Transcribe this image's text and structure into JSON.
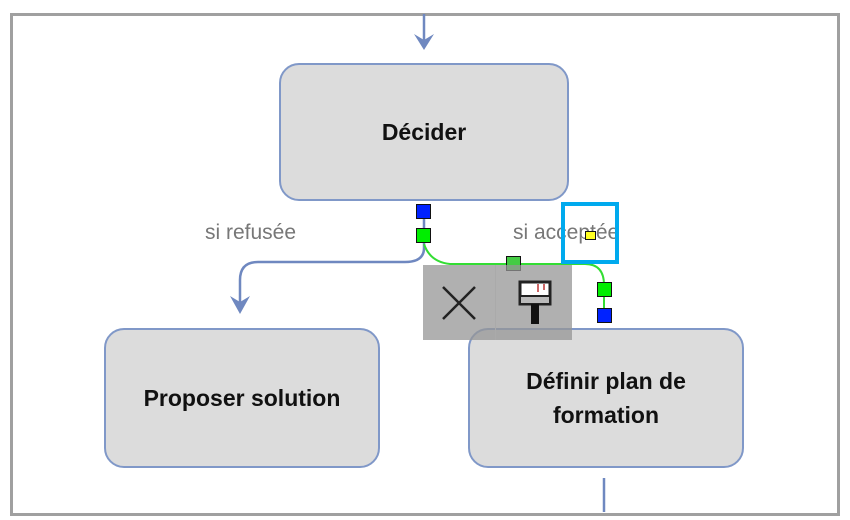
{
  "nodes": {
    "decide": "Décider",
    "propose": "Proposer solution",
    "plan": "Définir plan de formation"
  },
  "edges": {
    "refused": "si refusée",
    "accepted": "si acceptée"
  },
  "toolbar": {
    "delete_icon": "x-icon",
    "style_icon": "paintbrush-icon"
  },
  "colors": {
    "node_fill": "#dcdcdc",
    "node_border": "#8098c8",
    "selected_edge": "#33dd33",
    "handle_blue": "#0022ff",
    "handle_green": "#00ee00",
    "highlight": "#00aaee"
  }
}
